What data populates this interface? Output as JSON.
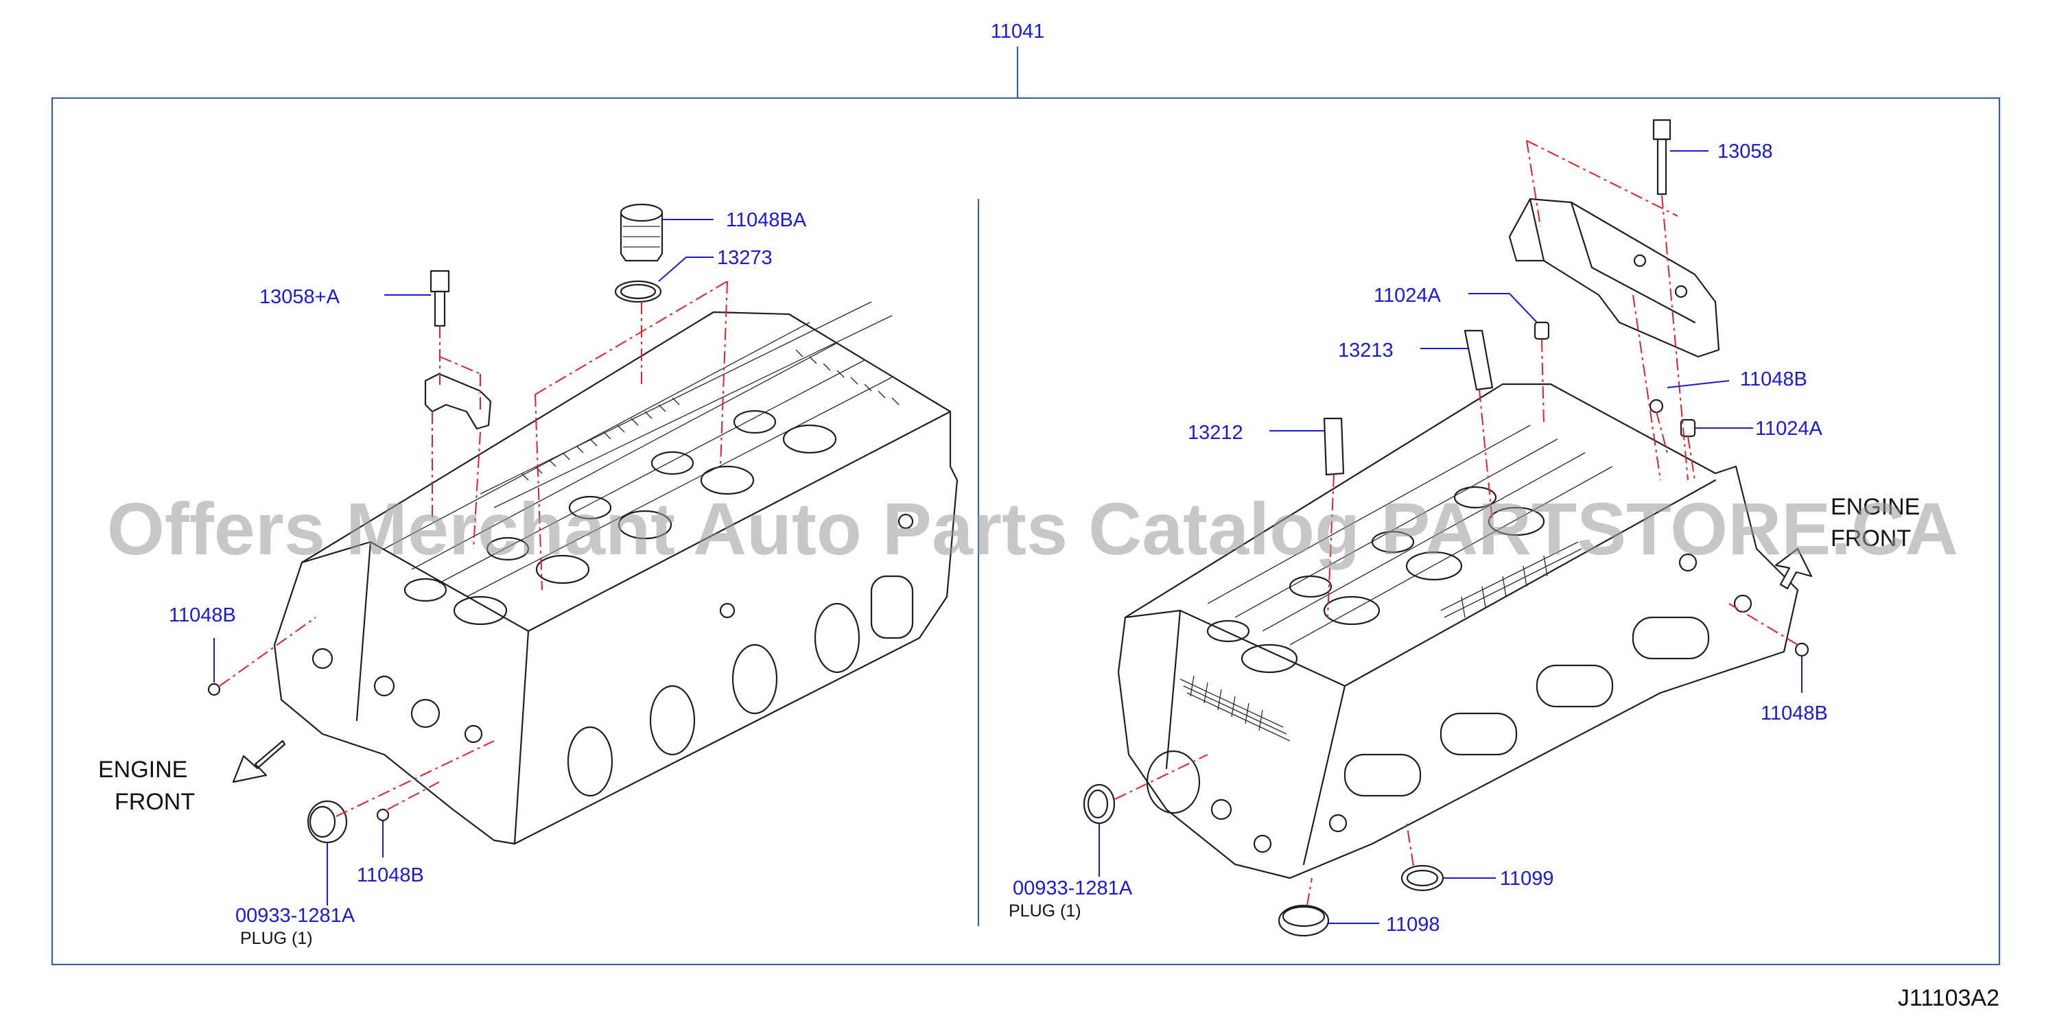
{
  "diagram": {
    "top_callout": "11041",
    "figure_code": "J11103A2",
    "watermark": "Offers Merchant Auto Parts Catalog PARTSTORE.CA",
    "left_view": {
      "engine_front_label_line1": "ENGINE",
      "engine_front_label_line2": "FRONT",
      "callouts": {
        "c_11048BA": "11048BA",
        "c_13273": "13273",
        "c_13058A": "13058+A",
        "c_11048B_side": "11048B",
        "c_11048B_bottom": "11048B",
        "c_00933": "00933-1281A",
        "plug_note": "PLUG   (1)"
      }
    },
    "right_view": {
      "engine_front_label_line1": "ENGINE",
      "engine_front_label_line2": "FRONT",
      "callouts": {
        "c_13058": "13058",
        "c_11024A_top": "11024A",
        "c_13213": "13213",
        "c_11048B_top": "11048B",
        "c_11024A_right": "11024A",
        "c_13212": "13212",
        "c_11048B_right": "11048B",
        "c_00933": "00933-1281A",
        "plug_note": "PLUG    (1)",
        "c_11099": "11099",
        "c_11098": "11098"
      }
    }
  }
}
